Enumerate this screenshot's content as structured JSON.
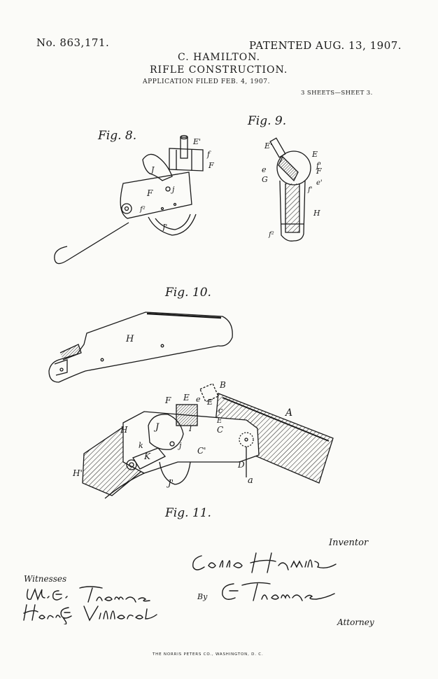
{
  "header": {
    "patent_number": "No. 863,171.",
    "patent_date": "PATENTED AUG. 13, 1907.",
    "inventor": "C. HAMILTON.",
    "title": "RIFLE CONSTRUCTION.",
    "application": "APPLICATION FILED FEB. 4, 1907.",
    "sheets": "3 SHEETS—SHEET 3."
  },
  "figures": {
    "fig8": {
      "caption": "Fig. 8.",
      "labels": [
        "E'",
        "f",
        "F",
        "J",
        "F",
        "j",
        "f²",
        "J'"
      ]
    },
    "fig9": {
      "caption": "Fig. 9.",
      "labels": [
        "E'",
        "E",
        "f'",
        "e",
        "F",
        "G",
        "e'",
        "f'",
        "H",
        "f²"
      ]
    },
    "fig10": {
      "caption": "Fig. 10.",
      "labels": [
        "H"
      ]
    },
    "fig11": {
      "caption": "Fig. 11.",
      "labels": [
        "B",
        "E",
        "e",
        "F",
        "E",
        "c",
        "A",
        "E",
        "H",
        "J",
        "I",
        "C",
        "j",
        "k",
        "K",
        "C'",
        "D",
        "H'",
        "J'",
        "a"
      ]
    }
  },
  "signatures": {
    "inventor_label": "Inventor",
    "inventor_signature": "Corllo Hamilton",
    "witnesses_label": "Witnesses",
    "witness_1": "M. E. Thomas",
    "witness_2": "Henry E. Villerot",
    "by_label": "By",
    "attorney_signature": "E. E. Thomas",
    "attorney_label": "Attorney"
  },
  "footer": {
    "printer": "THE NORRIS PETERS CO., WASHINGTON, D. C."
  },
  "colors": {
    "paper": "#fbfbf8",
    "ink": "#1a1a1a"
  }
}
